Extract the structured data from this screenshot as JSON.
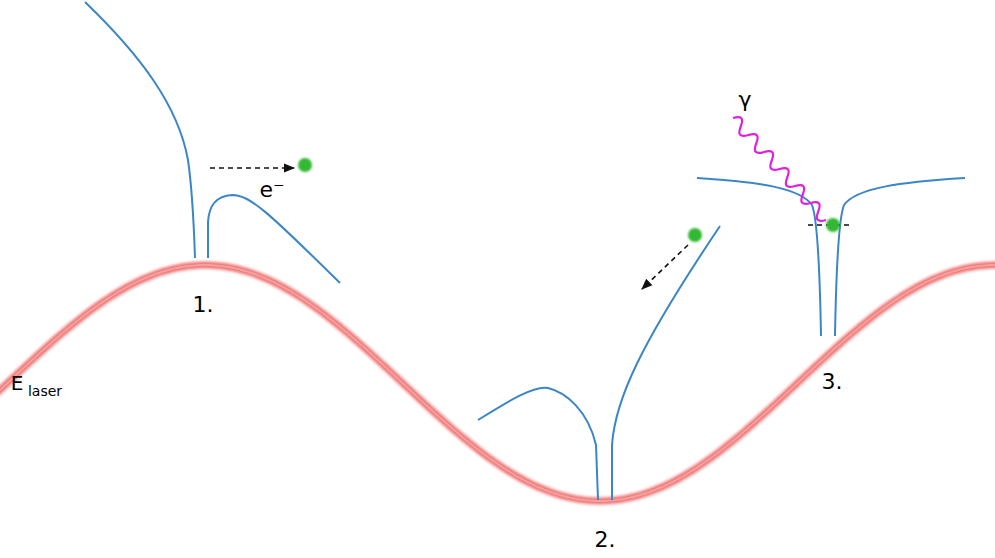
{
  "diagram": {
    "labels": [
      "1.",
      "e⁻",
      "2.",
      "γ",
      "3.",
      "E",
      "laser"
    ]
  }
}
